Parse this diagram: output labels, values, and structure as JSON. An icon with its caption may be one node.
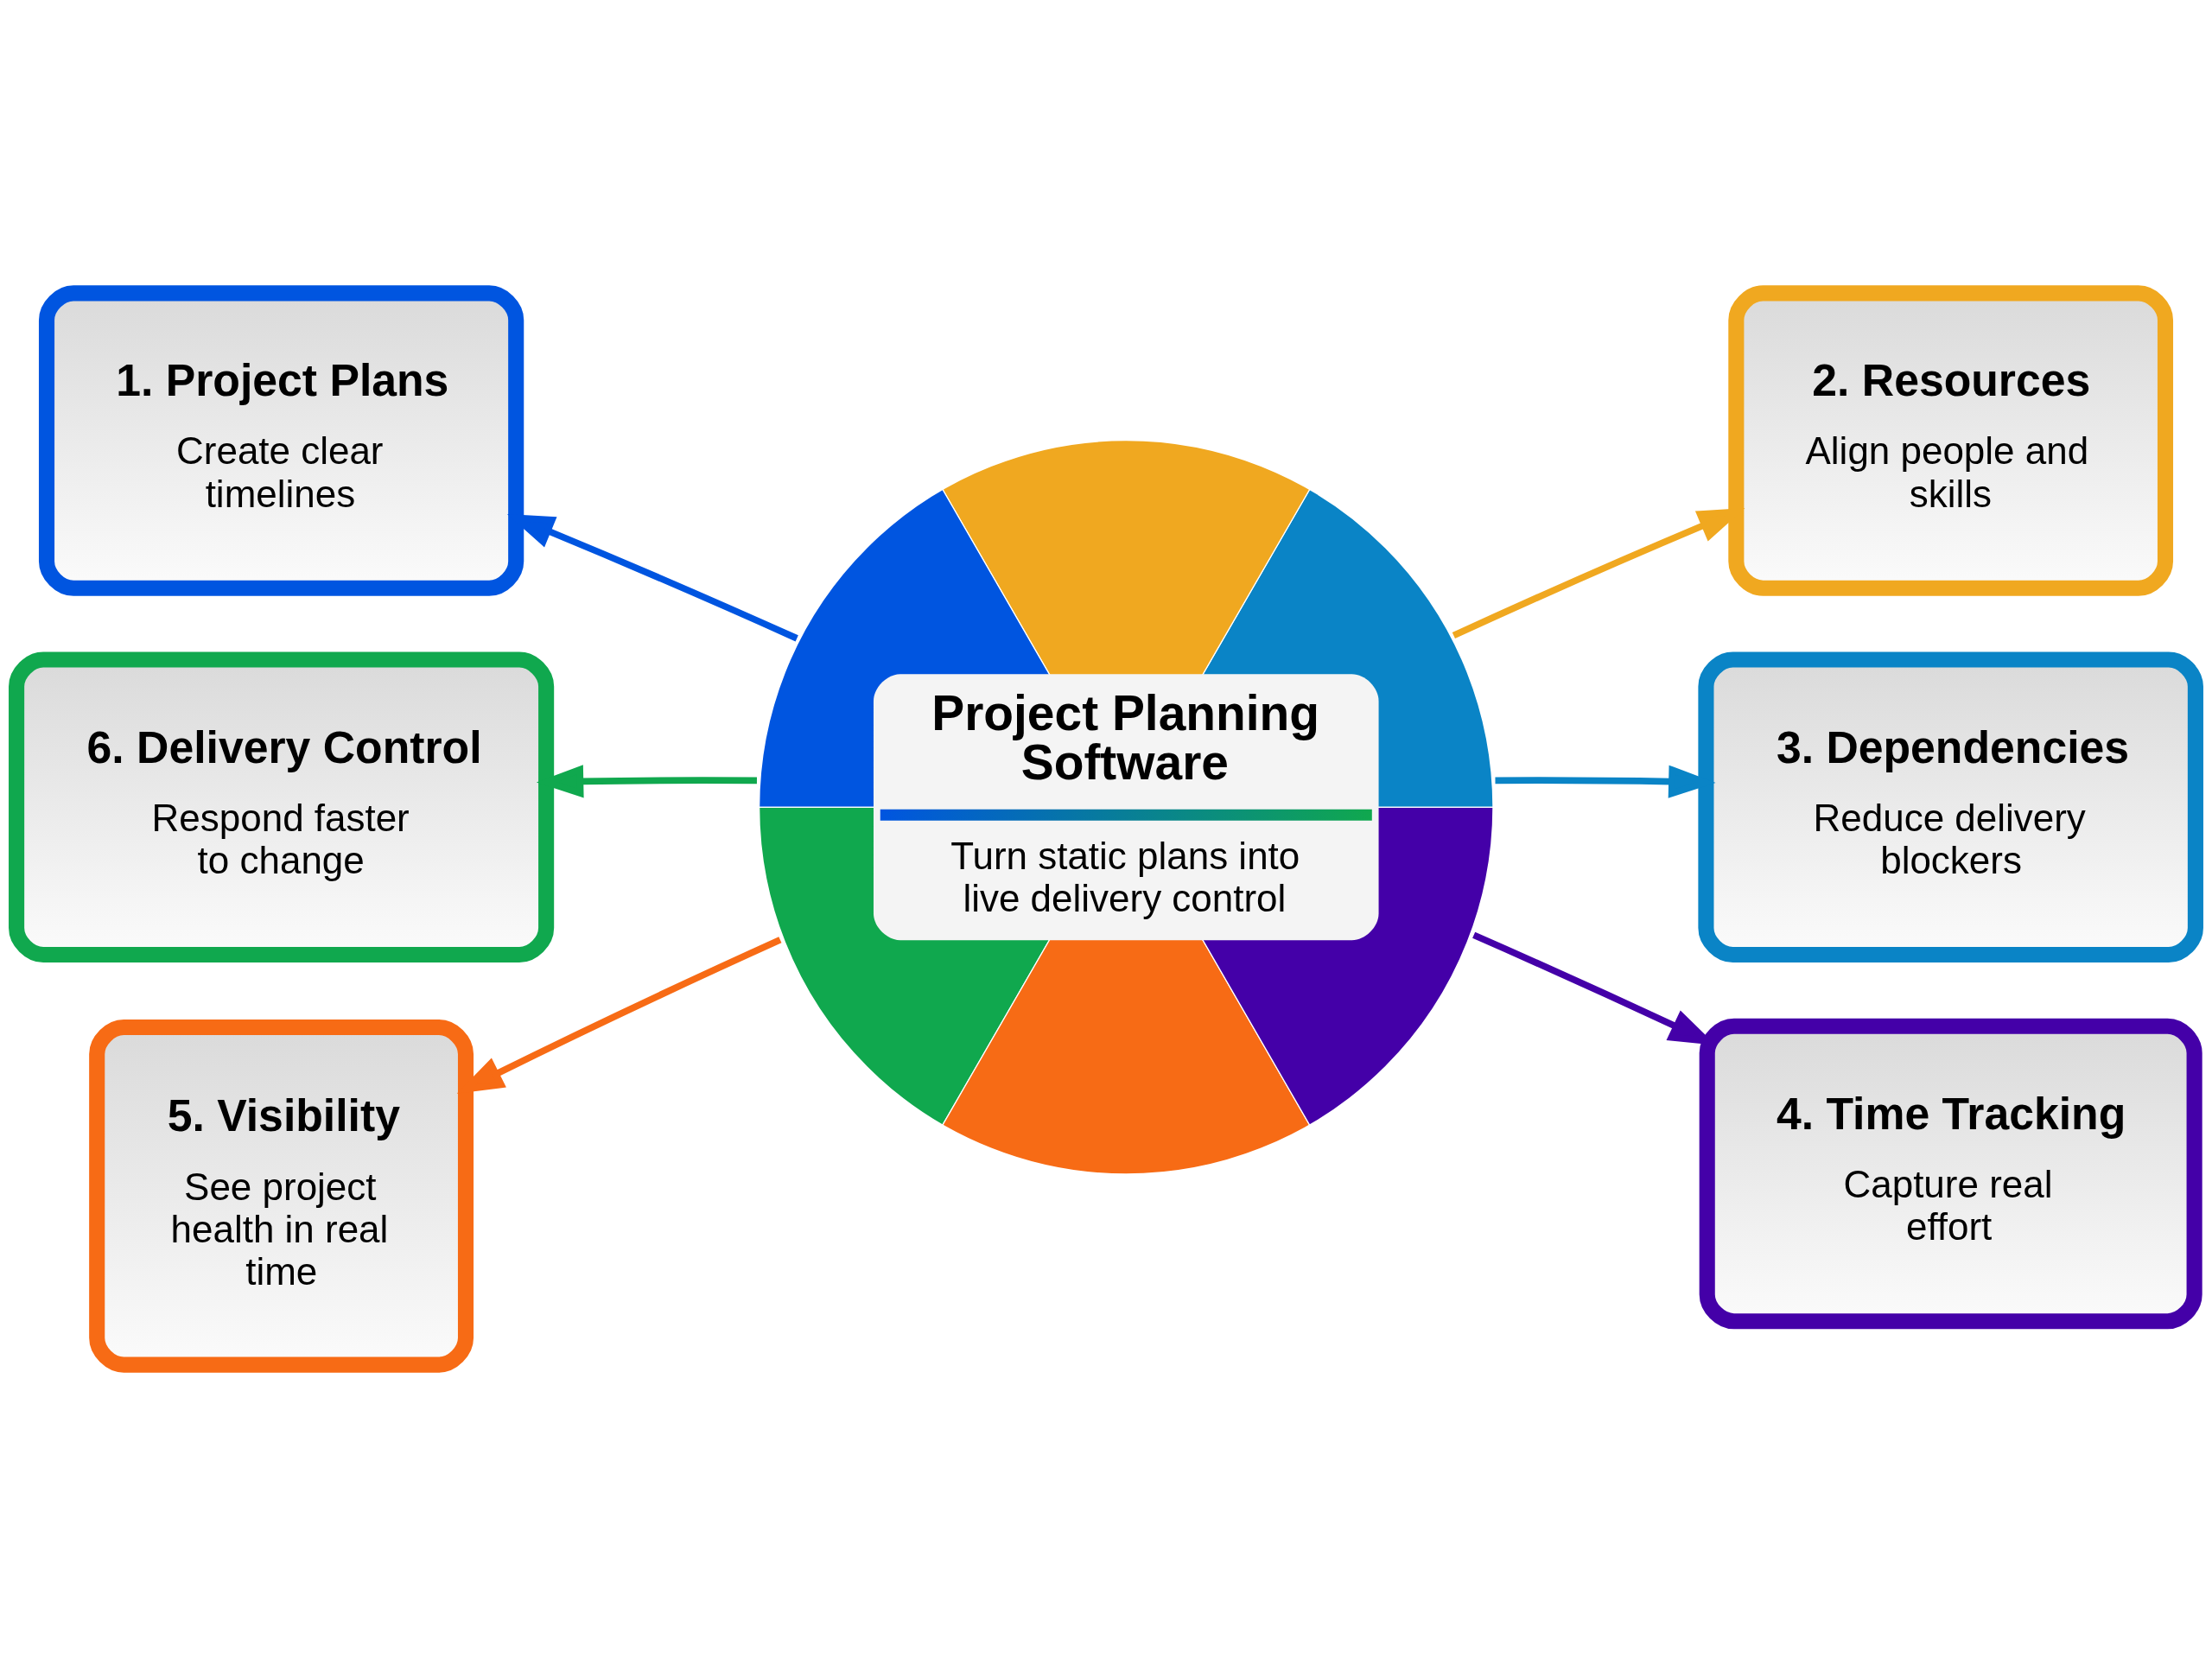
{
  "diagram": {
    "nodes": [
      {
        "text": [
          "Project Planning Software",
          "Turn static plans into live delivery control"
        ]
      },
      {
        "text": [
          "1. Project Plans",
          "Create clear timelines"
        ]
      },
      {
        "text": [
          "2. Resources",
          "Align people and skills"
        ]
      },
      {
        "text": [
          "3. Dependencies",
          "Reduce delivery blockers"
        ]
      },
      {
        "text": [
          "4. Time Tracking",
          "Capture real effort"
        ]
      },
      {
        "text": [
          "5. Visibility",
          "See project health in real time"
        ]
      },
      {
        "text": [
          "6. Delivery Control",
          "Respond faster to change"
        ]
      }
    ],
    "edges": [
      {
        "from": 0,
        "to": 1,
        "arrow": "to",
        "color": "#0055e0"
      },
      {
        "from": 0,
        "to": 2,
        "arrow": "to",
        "color": "#f0a820"
      },
      {
        "from": 0,
        "to": 3,
        "arrow": "to",
        "color": "#0a84c6"
      },
      {
        "from": 0,
        "to": 4,
        "arrow": "to",
        "color": "#4400a8"
      },
      {
        "from": 0,
        "to": 5,
        "arrow": "to",
        "color": "#f76b15"
      },
      {
        "from": 0,
        "to": 6,
        "arrow": "to",
        "color": "#10a84e"
      }
    ]
  }
}
